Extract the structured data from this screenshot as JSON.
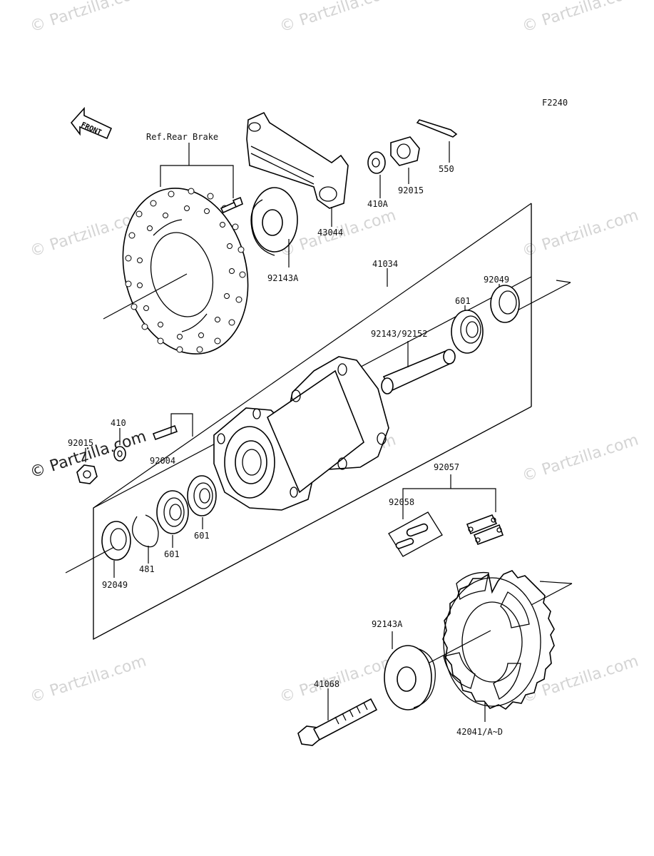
{
  "figure_code": "F2240",
  "front_label": "FRONT",
  "ref_label": "Ref.Rear Brake",
  "watermark": "© Partzilla.com",
  "part_labels": {
    "p550": "550",
    "p92015_top": "92015",
    "p410A": "410A",
    "p43044": "43044",
    "p92143A_top": "92143A",
    "p41034": "41034",
    "p92049_top": "92049",
    "p601_top": "601",
    "p92143_92152": "92143/92152",
    "p410": "410",
    "p92015_left": "92015",
    "p92004": "92004",
    "p92057": "92057",
    "p92058": "92058",
    "p601_mid": "601",
    "p601_low": "601",
    "p481": "481",
    "p92049_low": "92049",
    "p92143A_low": "92143A",
    "p41068": "41068",
    "p42041": "42041/A~D"
  }
}
